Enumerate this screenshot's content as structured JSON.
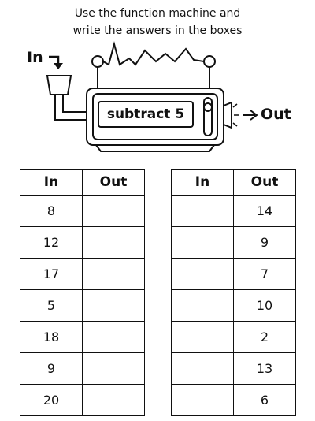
{
  "instructions": {
    "line1": "Use the function machine and",
    "line2": "write the answers in the boxes"
  },
  "machine": {
    "input_label": "In",
    "output_label": "Out",
    "function": "subtract 5"
  },
  "tables": [
    {
      "headers": [
        "In",
        "Out"
      ],
      "rows": [
        {
          "in": "8",
          "out": ""
        },
        {
          "in": "12",
          "out": ""
        },
        {
          "in": "17",
          "out": ""
        },
        {
          "in": "5",
          "out": ""
        },
        {
          "in": "18",
          "out": ""
        },
        {
          "in": "9",
          "out": ""
        },
        {
          "in": "20",
          "out": ""
        }
      ]
    },
    {
      "headers": [
        "In",
        "Out"
      ],
      "rows": [
        {
          "in": "",
          "out": "14"
        },
        {
          "in": "",
          "out": "9"
        },
        {
          "in": "",
          "out": "7"
        },
        {
          "in": "",
          "out": "10"
        },
        {
          "in": "",
          "out": "2"
        },
        {
          "in": "",
          "out": "13"
        },
        {
          "in": "",
          "out": "6"
        }
      ]
    }
  ]
}
